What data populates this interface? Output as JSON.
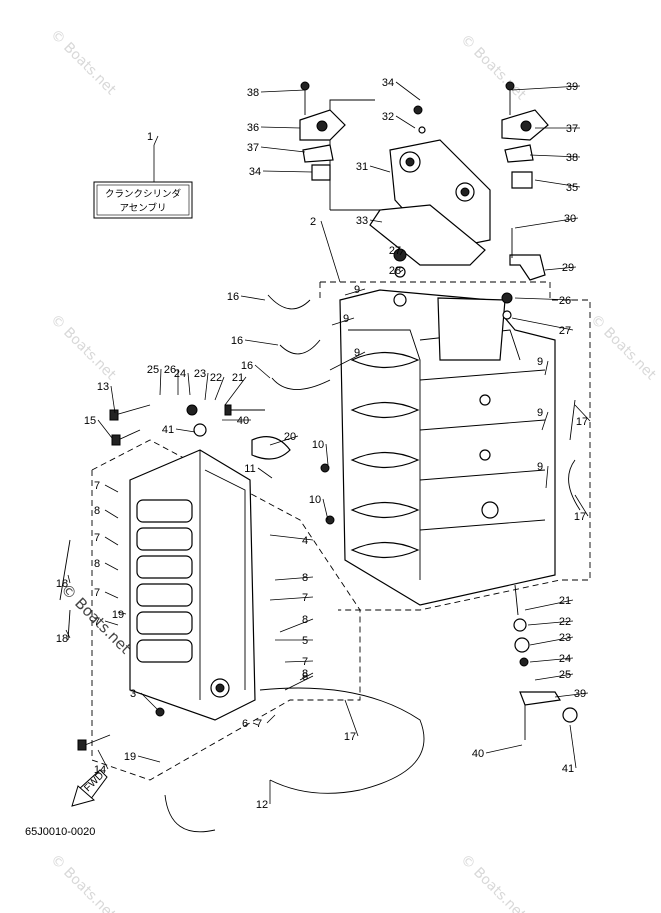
{
  "assembly_box": {
    "line1": "クランクシリンダ",
    "line2": "アセンブリ"
  },
  "watermark": "© Boats.net",
  "diagram_code": "65J0010-0020",
  "fwd_label": "FWD",
  "callouts": [
    "1",
    "2",
    "3",
    "4",
    "5",
    "6",
    "7",
    "7",
    "7",
    "7",
    "7",
    "7",
    "7",
    "8",
    "8",
    "8",
    "8",
    "8",
    "8",
    "9",
    "9",
    "9",
    "9",
    "9",
    "9",
    "10",
    "10",
    "11",
    "12",
    "13",
    "14",
    "15",
    "16",
    "16",
    "16",
    "17",
    "17",
    "17",
    "18",
    "18",
    "19",
    "19",
    "20",
    "21",
    "21",
    "22",
    "22",
    "23",
    "23",
    "24",
    "24",
    "25",
    "25",
    "26",
    "26",
    "27",
    "27",
    "28",
    "29",
    "30",
    "31",
    "32",
    "33",
    "34",
    "34",
    "35",
    "36",
    "37",
    "37",
    "38",
    "38",
    "39",
    "39",
    "40",
    "40",
    "41",
    "41"
  ]
}
